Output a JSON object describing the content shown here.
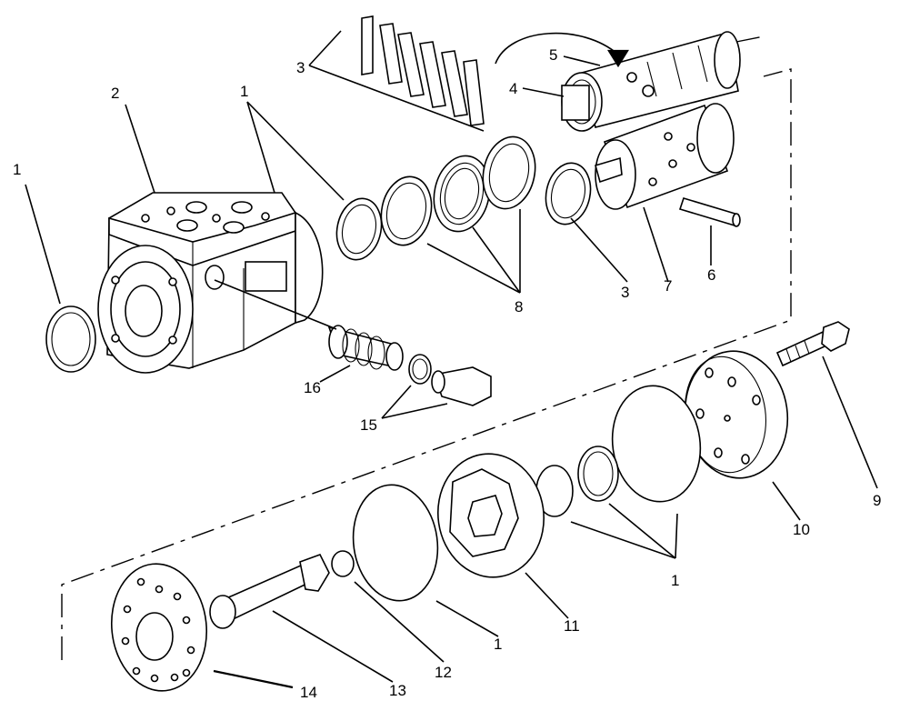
{
  "diagram": {
    "callouts": {
      "c1a": "1",
      "c1b": "1",
      "c1c": "1",
      "c1d": "1",
      "c2": "2",
      "c3a": "3",
      "c3b": "3",
      "c4": "4",
      "c5": "5",
      "c6": "6",
      "c7": "7",
      "c8": "8",
      "c9": "9",
      "c10": "10",
      "c11": "11",
      "c12": "12",
      "c13": "13",
      "c14": "14",
      "c15": "15",
      "c16": "16"
    }
  }
}
